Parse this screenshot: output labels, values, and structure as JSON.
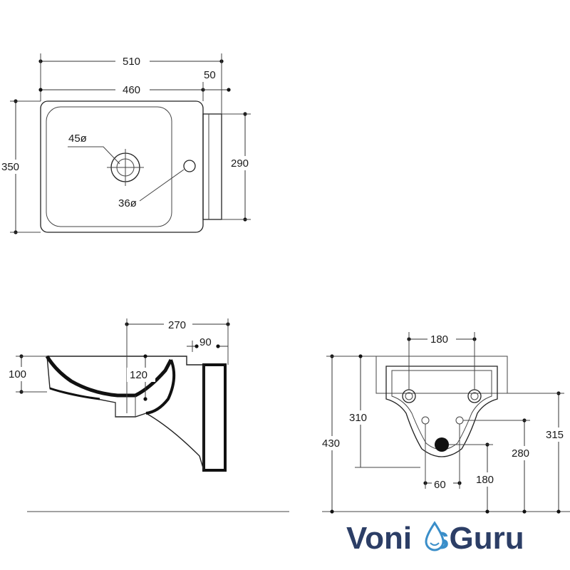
{
  "top_view": {
    "width_total": "510",
    "width_basin": "460",
    "width_back": "50",
    "height_total": "350",
    "height_back": "290",
    "tap_hole": "45ø",
    "overflow_hole": "36ø"
  },
  "side_view": {
    "depth": "270",
    "wall_offset": "90",
    "rim_height": "100",
    "drain_height": "120"
  },
  "back_view": {
    "bolt_spacing": "180",
    "height_total": "430",
    "bolt_height": "310",
    "rim_height": "315",
    "waste_height": "280",
    "supply_height": "180",
    "supply_spacing": "60"
  },
  "logo": {
    "part1": "Voni",
    "part2": "s",
    "part3": "Guru"
  }
}
